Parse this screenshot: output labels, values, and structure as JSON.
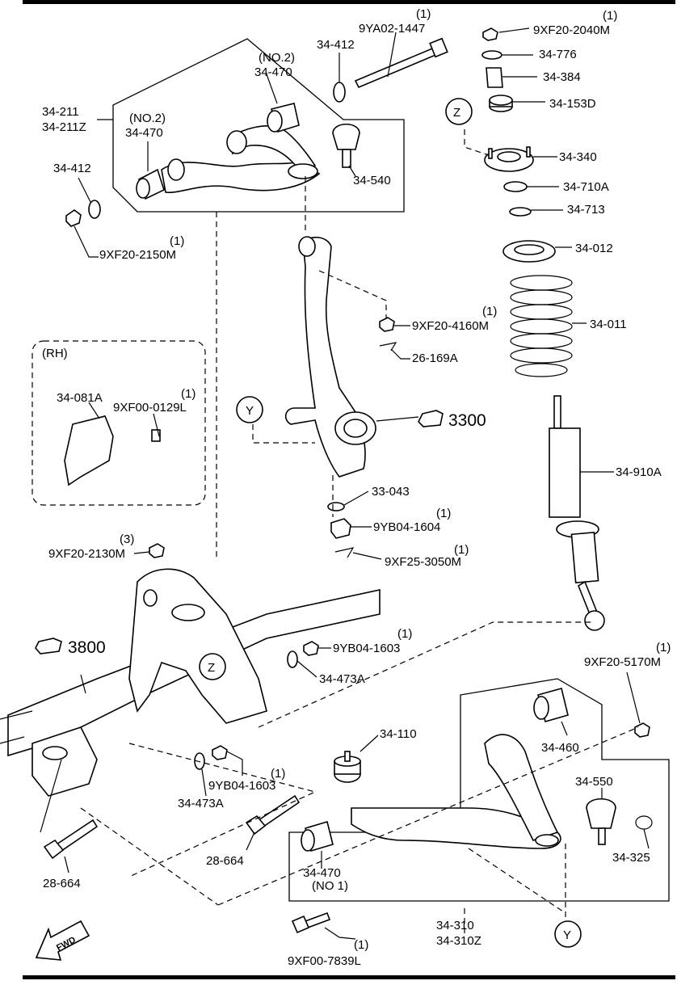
{
  "labels": {
    "ya02_qty": "(1)",
    "ya02": "9YA02-1447",
    "xf2040_qty": "(1)",
    "xf2040": "9XF20-2040M",
    "p776": "34-776",
    "p384": "34-384",
    "p153d": "34-153D",
    "p412_top": "34-412",
    "no2_a": "(NO.2)",
    "p470_a": "34-470",
    "p211": "34-211",
    "p211z": "34-211Z",
    "no2_b": "(NO.2)",
    "p470_b": "34-470",
    "p412_left": "34-412",
    "xf2150_qty": "(1)",
    "xf2150": "9XF20-2150M",
    "p540": "34-540",
    "z_top": "Z",
    "p340": "34-340",
    "p710a": "34-710A",
    "p713": "34-713",
    "p012": "34-012",
    "xf4160_qty": "(1)",
    "xf4160": "9XF20-4160M",
    "p011": "34-011",
    "p26169a": "26-169A",
    "rh": "(RH)",
    "p081a": "34-081A",
    "xf0129_qty": "(1)",
    "xf0129": "9XF00-0129L",
    "y_mid": "Y",
    "ref3300": "3300",
    "p910a": "34-910A",
    "p33043": "33-043",
    "yb1604_qty": "(1)",
    "yb1604": "9YB04-1604",
    "xf2130_qty": "(3)",
    "xf2130": "9XF20-2130M",
    "xf3050_qty": "(1)",
    "xf3050": "9XF25-3050M",
    "ref3800": "3800",
    "yb1603_a_qty": "(1)",
    "yb1603_a": "9YB04-1603",
    "p473a_a": "34-473A",
    "z_mid": "Z",
    "xf5170_qty": "(1)",
    "xf5170": "9XF20-5170M",
    "p110": "34-110",
    "p460": "34-460",
    "yb1603_b_qty": "(1)",
    "yb1603_b": "9YB04-1603",
    "p473a_b": "34-473A",
    "p550": "34-550",
    "p28664_a": "28-664",
    "p28664_b": "28-664",
    "p325": "34-325",
    "p470_c": "34-470",
    "no1": "(NO 1)",
    "p310": "34-310",
    "p310z": "34-310Z",
    "y_bot": "Y",
    "xf7839_qty": "(1)",
    "xf7839": "9XF00-7839L",
    "fwd": "FWD"
  }
}
